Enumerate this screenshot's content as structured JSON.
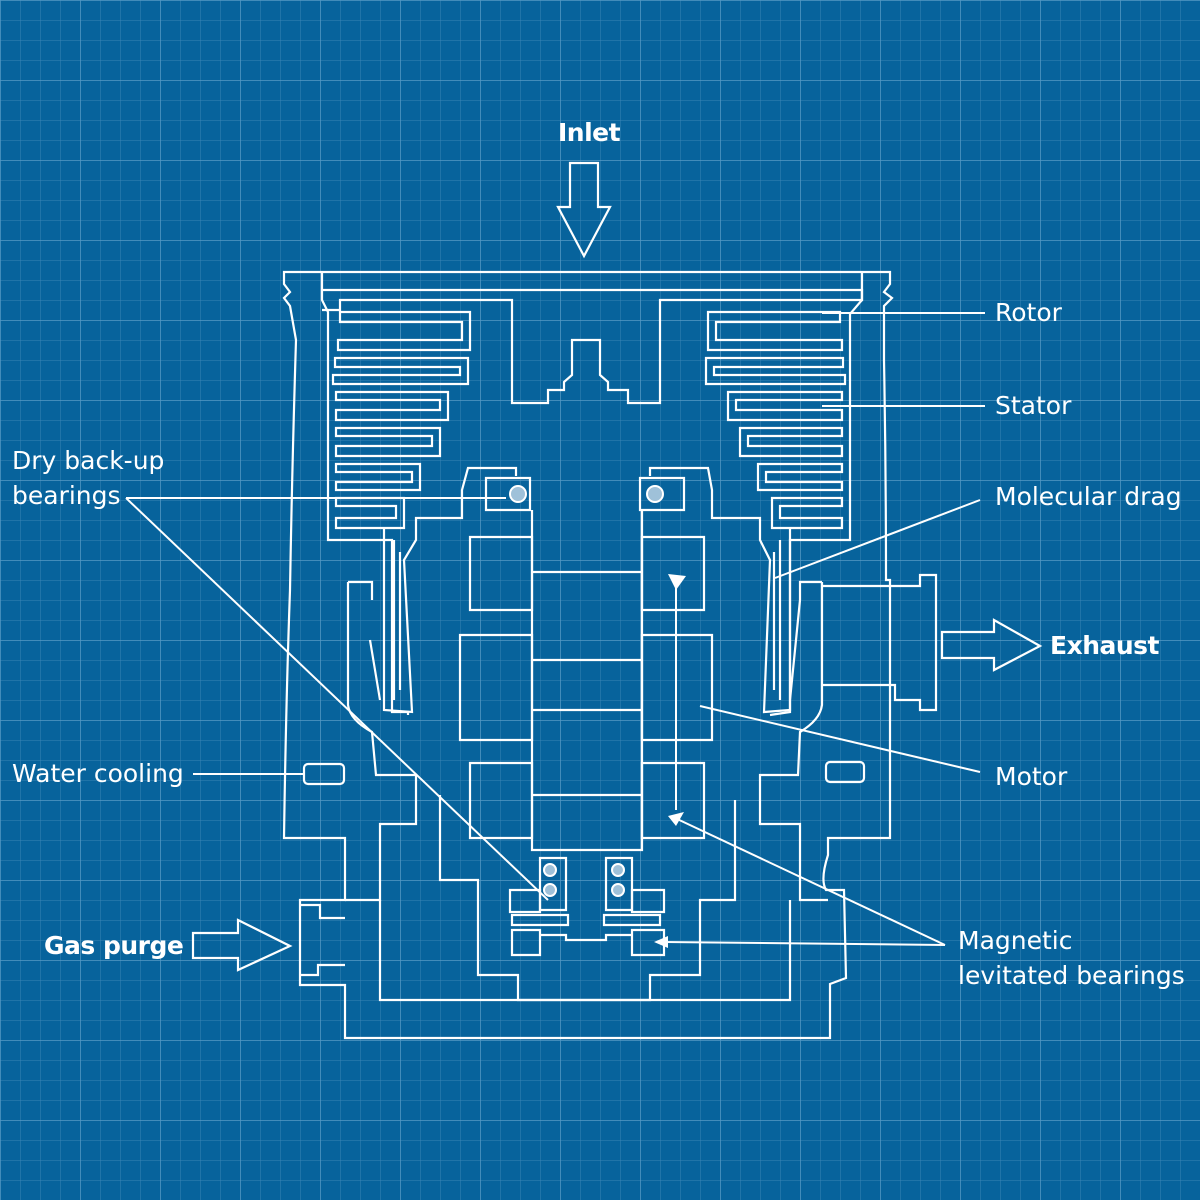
{
  "colors": {
    "background": "#07639c",
    "grid_fine": "#3a85b5",
    "grid_major": "#5599c4",
    "line": "#ffffff",
    "bearing_ball": "#9fc1d9"
  },
  "labels": {
    "inlet": "Inlet",
    "rotor": "Rotor",
    "stator": "Stator",
    "dry_backup_line1": "Dry back-up",
    "dry_backup_line2": "bearings",
    "molecular_drag": "Molecular drag",
    "exhaust": "Exhaust",
    "water_cooling": "Water cooling",
    "motor": "Motor",
    "gas_purge": "Gas purge",
    "magnetic_line1": "Magnetic",
    "magnetic_line2": "levitated bearings"
  }
}
